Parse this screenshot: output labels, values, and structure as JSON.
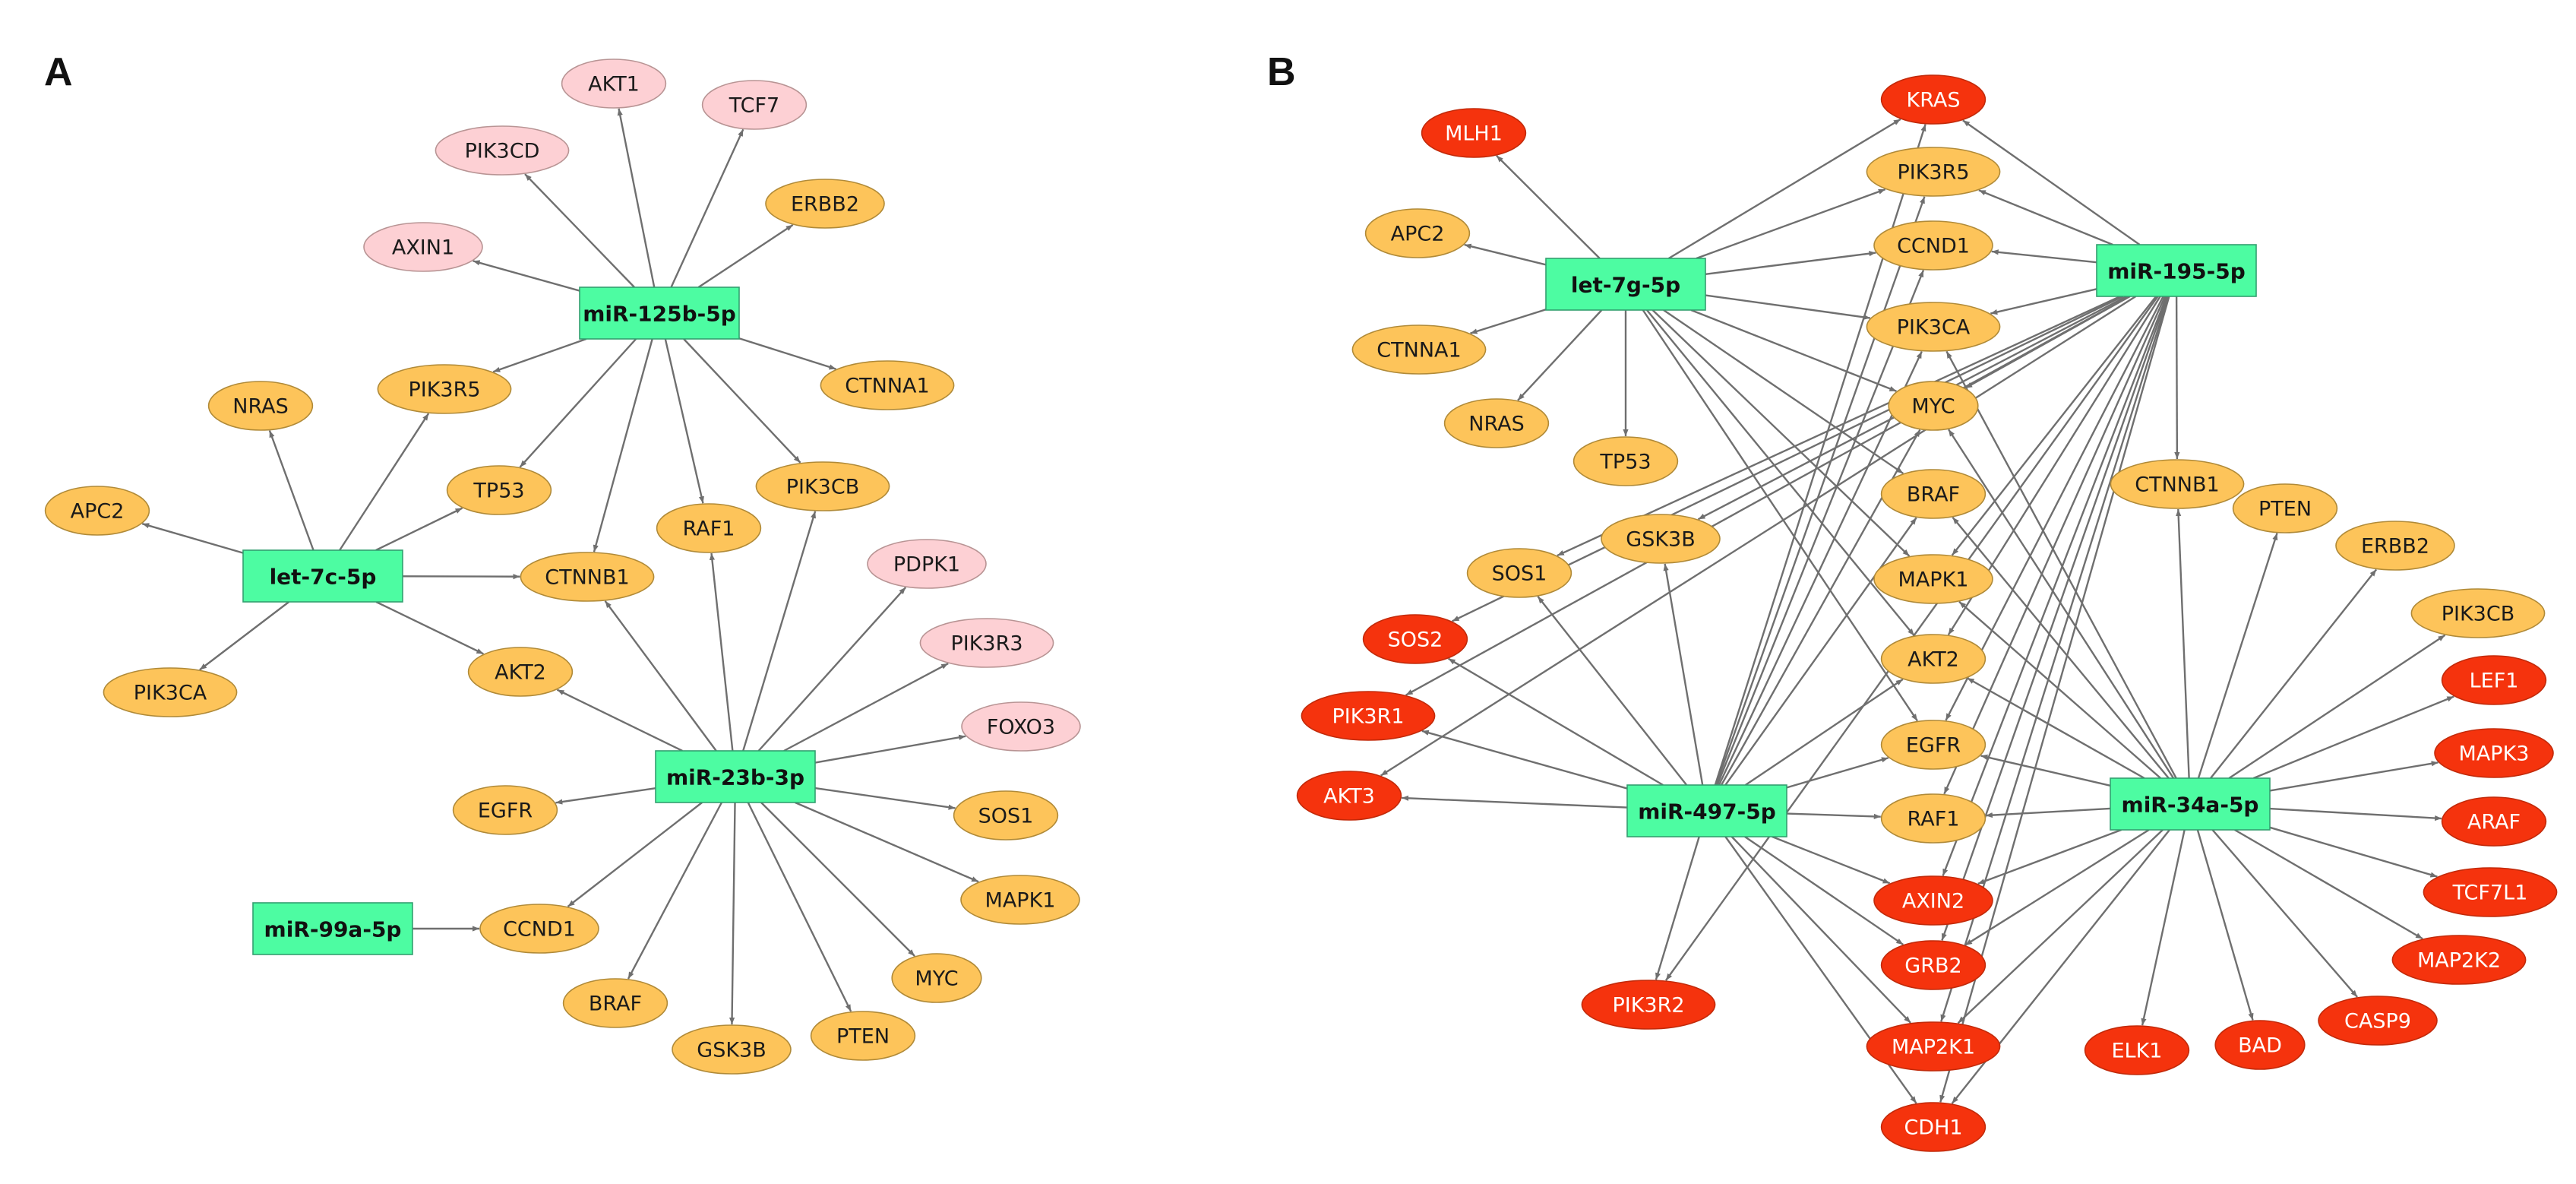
{
  "panels": [
    {
      "label": "A",
      "mirnas": [
        "miR-125b-5p",
        "let-7c-5p",
        "miR-23b-3p",
        "miR-99a-5p"
      ],
      "genes": [
        {
          "name": "AKT1",
          "tier": "light"
        },
        {
          "name": "TCF7",
          "tier": "light"
        },
        {
          "name": "PIK3CD",
          "tier": "light"
        },
        {
          "name": "ERBB2",
          "tier": "medium"
        },
        {
          "name": "AXIN1",
          "tier": "light"
        },
        {
          "name": "NRAS",
          "tier": "medium"
        },
        {
          "name": "PIK3R5",
          "tier": "medium"
        },
        {
          "name": "CTNNA1",
          "tier": "medium"
        },
        {
          "name": "APC2",
          "tier": "medium"
        },
        {
          "name": "TP53",
          "tier": "medium"
        },
        {
          "name": "PIK3CB",
          "tier": "medium"
        },
        {
          "name": "RAF1",
          "tier": "medium"
        },
        {
          "name": "PDPK1",
          "tier": "light"
        },
        {
          "name": "CTNNB1",
          "tier": "medium"
        },
        {
          "name": "PIK3R3",
          "tier": "light"
        },
        {
          "name": "AKT2",
          "tier": "medium"
        },
        {
          "name": "FOXO3",
          "tier": "light"
        },
        {
          "name": "PIK3CA",
          "tier": "medium"
        },
        {
          "name": "EGFR",
          "tier": "medium"
        },
        {
          "name": "SOS1",
          "tier": "medium"
        },
        {
          "name": "MAPK1",
          "tier": "medium"
        },
        {
          "name": "CCND1",
          "tier": "medium"
        },
        {
          "name": "MYC",
          "tier": "medium"
        },
        {
          "name": "BRAF",
          "tier": "medium"
        },
        {
          "name": "PTEN",
          "tier": "medium"
        },
        {
          "name": "GSK3B",
          "tier": "medium"
        }
      ],
      "edges": [
        [
          "miR-125b-5p",
          "AKT1"
        ],
        [
          "miR-125b-5p",
          "TCF7"
        ],
        [
          "miR-125b-5p",
          "PIK3CD"
        ],
        [
          "miR-125b-5p",
          "ERBB2"
        ],
        [
          "miR-125b-5p",
          "AXIN1"
        ],
        [
          "miR-125b-5p",
          "PIK3R5"
        ],
        [
          "miR-125b-5p",
          "CTNNA1"
        ],
        [
          "miR-125b-5p",
          "TP53"
        ],
        [
          "miR-125b-5p",
          "CTNNB1"
        ],
        [
          "miR-125b-5p",
          "RAF1"
        ],
        [
          "miR-125b-5p",
          "PIK3CB"
        ],
        [
          "let-7c-5p",
          "NRAS"
        ],
        [
          "let-7c-5p",
          "PIK3R5"
        ],
        [
          "let-7c-5p",
          "APC2"
        ],
        [
          "let-7c-5p",
          "TP53"
        ],
        [
          "let-7c-5p",
          "CTNNB1"
        ],
        [
          "let-7c-5p",
          "AKT2"
        ],
        [
          "let-7c-5p",
          "PIK3CA"
        ],
        [
          "miR-23b-3p",
          "CTNNB1"
        ],
        [
          "miR-23b-3p",
          "RAF1"
        ],
        [
          "miR-23b-3p",
          "PIK3CB"
        ],
        [
          "miR-23b-3p",
          "PDPK1"
        ],
        [
          "miR-23b-3p",
          "PIK3R3"
        ],
        [
          "miR-23b-3p",
          "FOXO3"
        ],
        [
          "miR-23b-3p",
          "AKT2"
        ],
        [
          "miR-23b-3p",
          "EGFR"
        ],
        [
          "miR-23b-3p",
          "SOS1"
        ],
        [
          "miR-23b-3p",
          "MAPK1"
        ],
        [
          "miR-23b-3p",
          "MYC"
        ],
        [
          "miR-23b-3p",
          "PTEN"
        ],
        [
          "miR-23b-3p",
          "GSK3B"
        ],
        [
          "miR-23b-3p",
          "BRAF"
        ],
        [
          "miR-23b-3p",
          "CCND1"
        ],
        [
          "miR-99a-5p",
          "CCND1"
        ]
      ]
    },
    {
      "label": "B",
      "mirnas": [
        "let-7g-5p",
        "miR-195-5p",
        "miR-497-5p",
        "miR-34a-5p"
      ],
      "genes": [
        {
          "name": "KRAS",
          "tier": "strong"
        },
        {
          "name": "MLH1",
          "tier": "strong"
        },
        {
          "name": "PIK3R5",
          "tier": "medium"
        },
        {
          "name": "APC2",
          "tier": "medium"
        },
        {
          "name": "CCND1",
          "tier": "medium"
        },
        {
          "name": "PIK3CA",
          "tier": "medium"
        },
        {
          "name": "CTNNA1",
          "tier": "medium"
        },
        {
          "name": "MYC",
          "tier": "medium"
        },
        {
          "name": "NRAS",
          "tier": "medium"
        },
        {
          "name": "TP53",
          "tier": "medium"
        },
        {
          "name": "BRAF",
          "tier": "medium"
        },
        {
          "name": "CTNNB1",
          "tier": "medium"
        },
        {
          "name": "PTEN",
          "tier": "medium"
        },
        {
          "name": "GSK3B",
          "tier": "medium"
        },
        {
          "name": "ERBB2",
          "tier": "medium"
        },
        {
          "name": "SOS1",
          "tier": "medium"
        },
        {
          "name": "MAPK1",
          "tier": "medium"
        },
        {
          "name": "PIK3CB",
          "tier": "medium"
        },
        {
          "name": "SOS2",
          "tier": "strong"
        },
        {
          "name": "AKT2",
          "tier": "medium"
        },
        {
          "name": "LEF1",
          "tier": "strong"
        },
        {
          "name": "PIK3R1",
          "tier": "strong"
        },
        {
          "name": "EGFR",
          "tier": "medium"
        },
        {
          "name": "MAPK3",
          "tier": "strong"
        },
        {
          "name": "AKT3",
          "tier": "strong"
        },
        {
          "name": "RAF1",
          "tier": "medium"
        },
        {
          "name": "ARAF",
          "tier": "strong"
        },
        {
          "name": "AXIN2",
          "tier": "strong"
        },
        {
          "name": "TCF7L1",
          "tier": "strong"
        },
        {
          "name": "GRB2",
          "tier": "strong"
        },
        {
          "name": "MAP2K2",
          "tier": "strong"
        },
        {
          "name": "PIK3R2",
          "tier": "strong"
        },
        {
          "name": "MAP2K1",
          "tier": "strong"
        },
        {
          "name": "ELK1",
          "tier": "strong"
        },
        {
          "name": "BAD",
          "tier": "strong"
        },
        {
          "name": "CASP9",
          "tier": "strong"
        },
        {
          "name": "CDH1",
          "tier": "strong"
        }
      ],
      "edges": [
        [
          "let-7g-5p",
          "MLH1"
        ],
        [
          "let-7g-5p",
          "APC2"
        ],
        [
          "let-7g-5p",
          "CTNNA1"
        ],
        [
          "let-7g-5p",
          "NRAS"
        ],
        [
          "let-7g-5p",
          "TP53"
        ],
        [
          "let-7g-5p",
          "KRAS"
        ],
        [
          "let-7g-5p",
          "PIK3R5"
        ],
        [
          "let-7g-5p",
          "CCND1"
        ],
        [
          "let-7g-5p",
          "PIK3CA"
        ],
        [
          "let-7g-5p",
          "MYC"
        ],
        [
          "let-7g-5p",
          "BRAF"
        ],
        [
          "let-7g-5p",
          "MAPK1"
        ],
        [
          "let-7g-5p",
          "AKT2"
        ],
        [
          "let-7g-5p",
          "EGFR"
        ],
        [
          "miR-195-5p",
          "KRAS"
        ],
        [
          "miR-195-5p",
          "PIK3R5"
        ],
        [
          "miR-195-5p",
          "CCND1"
        ],
        [
          "miR-195-5p",
          "PIK3CA"
        ],
        [
          "miR-195-5p",
          "MYC"
        ],
        [
          "miR-195-5p",
          "CTNNB1"
        ],
        [
          "miR-195-5p",
          "GSK3B"
        ],
        [
          "miR-195-5p",
          "SOS1"
        ],
        [
          "miR-195-5p",
          "SOS2"
        ],
        [
          "miR-195-5p",
          "PIK3R1"
        ],
        [
          "miR-195-5p",
          "AKT3"
        ],
        [
          "miR-195-5p",
          "MAPK1"
        ],
        [
          "miR-195-5p",
          "AKT2"
        ],
        [
          "miR-195-5p",
          "RAF1"
        ],
        [
          "miR-195-5p",
          "AXIN2"
        ],
        [
          "miR-195-5p",
          "GRB2"
        ],
        [
          "miR-195-5p",
          "MAP2K1"
        ],
        [
          "miR-195-5p",
          "CDH1"
        ],
        [
          "miR-195-5p",
          "PIK3R2"
        ],
        [
          "miR-195-5p",
          "EGFR"
        ],
        [
          "miR-497-5p",
          "KRAS"
        ],
        [
          "miR-497-5p",
          "PIK3R5"
        ],
        [
          "miR-497-5p",
          "CCND1"
        ],
        [
          "miR-497-5p",
          "PIK3CA"
        ],
        [
          "miR-497-5p",
          "MYC"
        ],
        [
          "miR-497-5p",
          "BRAF"
        ],
        [
          "miR-497-5p",
          "GSK3B"
        ],
        [
          "miR-497-5p",
          "SOS1"
        ],
        [
          "miR-497-5p",
          "PIK3R1"
        ],
        [
          "miR-497-5p",
          "AKT3"
        ],
        [
          "miR-497-5p",
          "AKT2"
        ],
        [
          "miR-497-5p",
          "EGFR"
        ],
        [
          "miR-497-5p",
          "RAF1"
        ],
        [
          "miR-497-5p",
          "AXIN2"
        ],
        [
          "miR-497-5p",
          "GRB2"
        ],
        [
          "miR-497-5p",
          "MAP2K1"
        ],
        [
          "miR-497-5p",
          "CDH1"
        ],
        [
          "miR-497-5p",
          "PIK3R2"
        ],
        [
          "miR-497-5p",
          "SOS2"
        ],
        [
          "miR-34a-5p",
          "CTNNB1"
        ],
        [
          "miR-34a-5p",
          "PTEN"
        ],
        [
          "miR-34a-5p",
          "ERBB2"
        ],
        [
          "miR-34a-5p",
          "PIK3CB"
        ],
        [
          "miR-34a-5p",
          "LEF1"
        ],
        [
          "miR-34a-5p",
          "MAPK3"
        ],
        [
          "miR-34a-5p",
          "ARAF"
        ],
        [
          "miR-34a-5p",
          "TCF7L1"
        ],
        [
          "miR-34a-5p",
          "MAP2K2"
        ],
        [
          "miR-34a-5p",
          "CASP9"
        ],
        [
          "miR-34a-5p",
          "BAD"
        ],
        [
          "miR-34a-5p",
          "ELK1"
        ],
        [
          "miR-34a-5p",
          "RAF1"
        ],
        [
          "miR-34a-5p",
          "EGFR"
        ],
        [
          "miR-34a-5p",
          "AKT2"
        ],
        [
          "miR-34a-5p",
          "MAPK1"
        ],
        [
          "miR-34a-5p",
          "BRAF"
        ],
        [
          "miR-34a-5p",
          "MYC"
        ],
        [
          "miR-34a-5p",
          "PIK3CA"
        ],
        [
          "miR-34a-5p",
          "AXIN2"
        ],
        [
          "miR-34a-5p",
          "GRB2"
        ],
        [
          "miR-34a-5p",
          "MAP2K1"
        ],
        [
          "miR-34a-5p",
          "CDH1"
        ]
      ]
    }
  ],
  "colors": {
    "mirna_fill": "#4dfca2",
    "mirna_stroke": "#33a070",
    "light_fill": "#fdd0d4",
    "light_stroke": "#b89494",
    "medium_fill": "#fdc45a",
    "medium_stroke": "#b08a38",
    "strong_fill": "#f5330d",
    "strong_stroke": "#c22a0a",
    "strong_text": "#ffffff",
    "text": "#1a1a1a",
    "edge": "#6f6f6f"
  },
  "legend": {
    "mirna_shape": "rectangle",
    "gene_shape": "ellipse"
  }
}
